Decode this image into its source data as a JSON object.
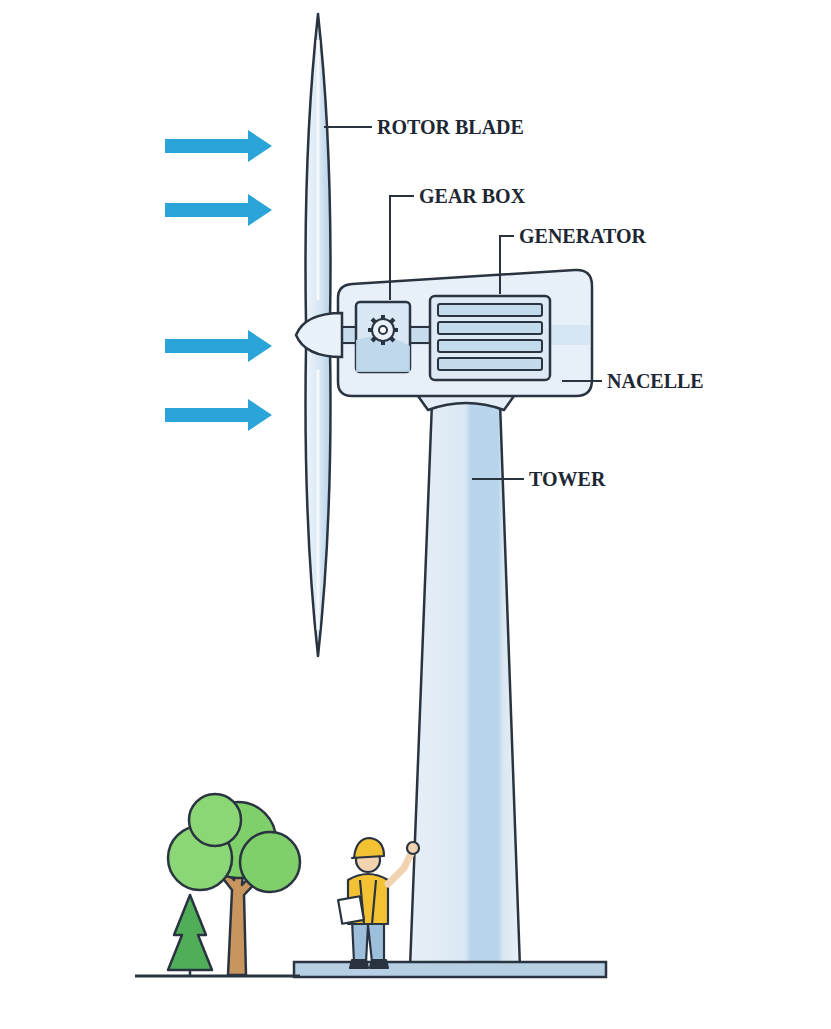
{
  "diagram": {
    "labels": [
      "ROTOR BLADE",
      "GEAR BOX",
      "GENERATOR",
      "NACELLE",
      "TOWER"
    ]
  }
}
